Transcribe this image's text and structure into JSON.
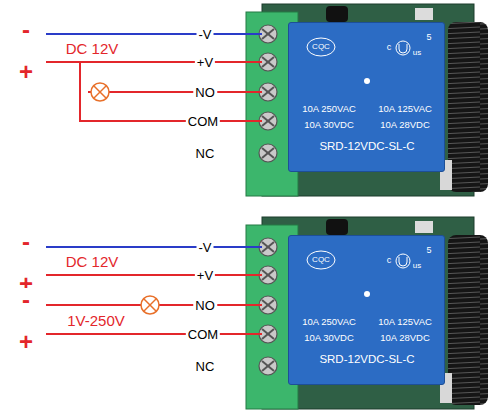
{
  "diagram": {
    "nodes": [
      {
        "text": [
          "CQC",
          "c",
          "us",
          "5",
          "10A 250VAC",
          "10A 125VAC",
          "10A 30VDC",
          "10A 28VDC",
          "SRD-12VDC-SL-C"
        ]
      },
      {
        "text": [
          "CQC",
          "c",
          "us",
          "5",
          "10A 250VAC",
          "10A 125VAC",
          "10A 30VDC",
          "10A 28VDC",
          "SRD-12VDC-SL-C"
        ]
      }
    ],
    "labels": [
      "-",
      "DC 12V",
      "+",
      "-V",
      "+V",
      "NO",
      "COM",
      "NC",
      "-",
      "DC 12V",
      "+",
      "-",
      "1V-250V",
      "+",
      "-V",
      "+V",
      "NO",
      "COM",
      "NC"
    ]
  }
}
